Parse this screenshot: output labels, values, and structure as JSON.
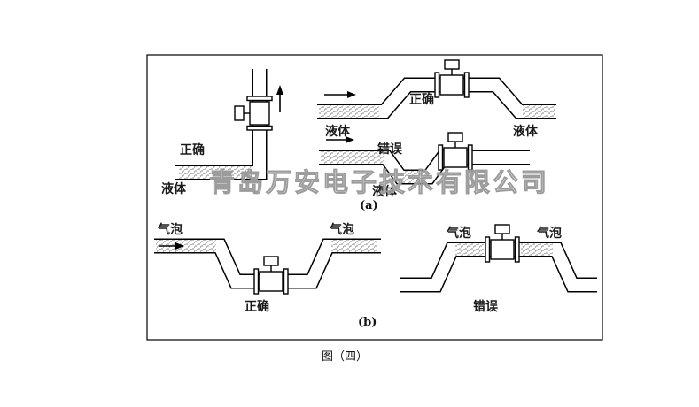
{
  "figure": {
    "caption": "图（四）",
    "watermark": "青岛万安电子技术有限公司",
    "section_a": {
      "tag": "(a)",
      "vertical_diagram": {
        "result": "正确",
        "medium": "液体"
      },
      "hump_diagram": {
        "result": "正确",
        "medium_left": "液体",
        "medium_right": "液体"
      },
      "dip_diagram": {
        "result": "错误",
        "medium": "液体"
      }
    },
    "section_b": {
      "tag": "(b)",
      "correct_diagram": {
        "result": "正确",
        "bubble_left": "气泡",
        "bubble_right": "气泡"
      },
      "wrong_diagram": {
        "result": "错误",
        "bubble_left": "气泡",
        "bubble_right": "气泡"
      }
    }
  }
}
